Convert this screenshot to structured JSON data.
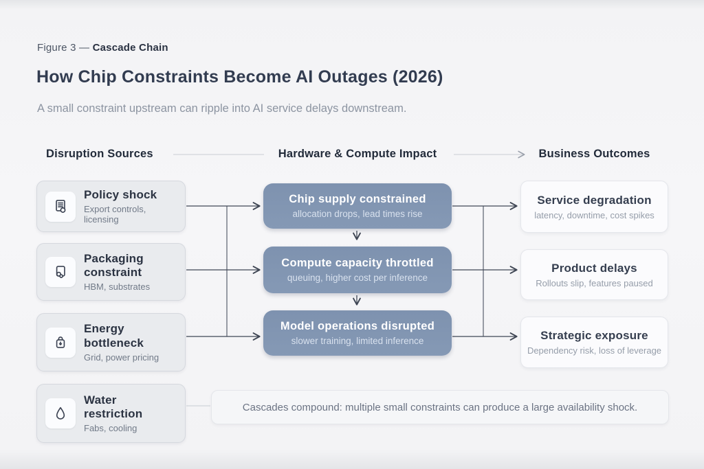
{
  "page": {
    "figure_label_prefix": "Figure 3 —",
    "figure_label_bold": "Cascade Chain",
    "title": "How Chip Constraints Become AI Outages (2026)",
    "subtitle": "A small constraint upstream can ripple into AI service delays downstream."
  },
  "columns": {
    "sources": {
      "header": "Disruption Sources",
      "cards": [
        {
          "icon": "policy-document-icon",
          "title": "Policy shock",
          "subtitle": "Export controls, licensing"
        },
        {
          "icon": "chip-package-icon",
          "title": "Packaging constraint",
          "subtitle": "HBM, substrates"
        },
        {
          "icon": "energy-bag-icon",
          "title": "Energy bottleneck",
          "subtitle": "Grid, power pricing"
        },
        {
          "icon": "water-drop-icon",
          "title": "Water restriction",
          "subtitle": "Fabs, cooling"
        }
      ]
    },
    "impact": {
      "header": "Hardware & Compute Impact",
      "boxes": [
        {
          "title": "Chip supply constrained",
          "subtitle": "allocation drops, lead times rise"
        },
        {
          "title": "Compute capacity throttled",
          "subtitle": "queuing, higher cost per inference"
        },
        {
          "title": "Model operations disrupted",
          "subtitle": "slower training, limited inference"
        }
      ]
    },
    "outcomes": {
      "header": "Business Outcomes",
      "cards": [
        {
          "title": "Service degradation",
          "subtitle": "latency, downtime, cost spikes"
        },
        {
          "title": "Product delays",
          "subtitle": "Rollouts slip, features paused"
        },
        {
          "title": "Strategic exposure",
          "subtitle": "Dependency risk, loss of leverage"
        }
      ]
    }
  },
  "note": "Cascades compound: multiple small constraints can produce a large availability shock.",
  "colors": {
    "impact_box": "#8094b1",
    "source_card_bg": "#e9ebee",
    "outcome_card_bg": "#fbfbfd",
    "arrow": "#3f4654",
    "faint_line": "#cdd0d6",
    "title_text": "#323c50",
    "background": "#f5f5f7"
  }
}
